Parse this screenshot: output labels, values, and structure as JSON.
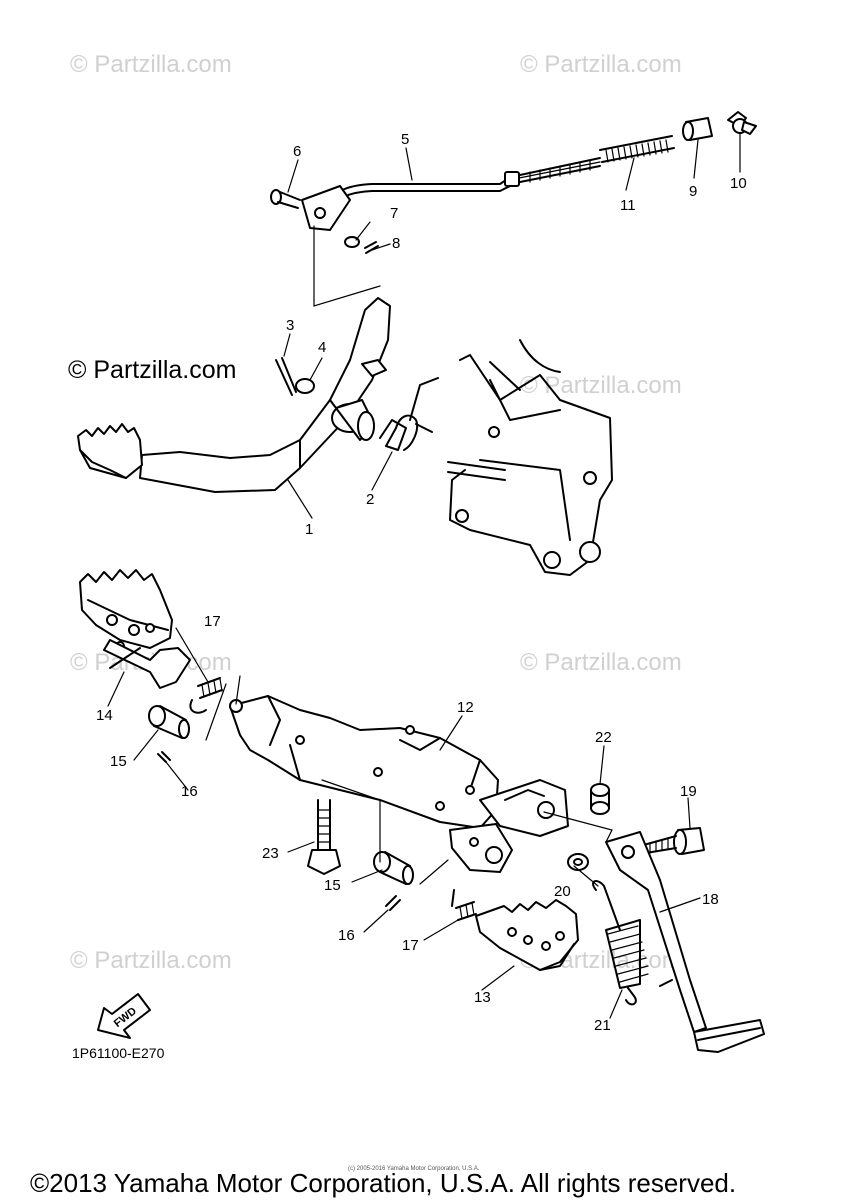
{
  "watermarks": {
    "light": "© Partzilla.com",
    "dark": "© Partzilla.com"
  },
  "labels": {
    "p1": "1",
    "p2": "2",
    "p3": "3",
    "p4": "4",
    "p5": "5",
    "p6": "6",
    "p7": "7",
    "p8": "8",
    "p9": "9",
    "p10": "10",
    "p11": "11",
    "p12": "12",
    "p13": "13",
    "p14": "14",
    "p15a": "15",
    "p15b": "15",
    "p16a": "16",
    "p16b": "16",
    "p17a": "17",
    "p17b": "17",
    "p18": "18",
    "p19": "19",
    "p20": "20",
    "p21": "21",
    "p22": "22",
    "p23": "23"
  },
  "fwd_label": "FWD",
  "diagram_code": "1P61100-E270",
  "small_copyright": "(c) 2005-2016 Yamaha Motor Corporation, U.S.A.",
  "footer_copyright": "©2013 Yamaha Motor Corporation, U.S.A. All rights reserved.",
  "colors": {
    "line": "#000000",
    "watermark": "#d0d0d0",
    "background": "#ffffff"
  }
}
